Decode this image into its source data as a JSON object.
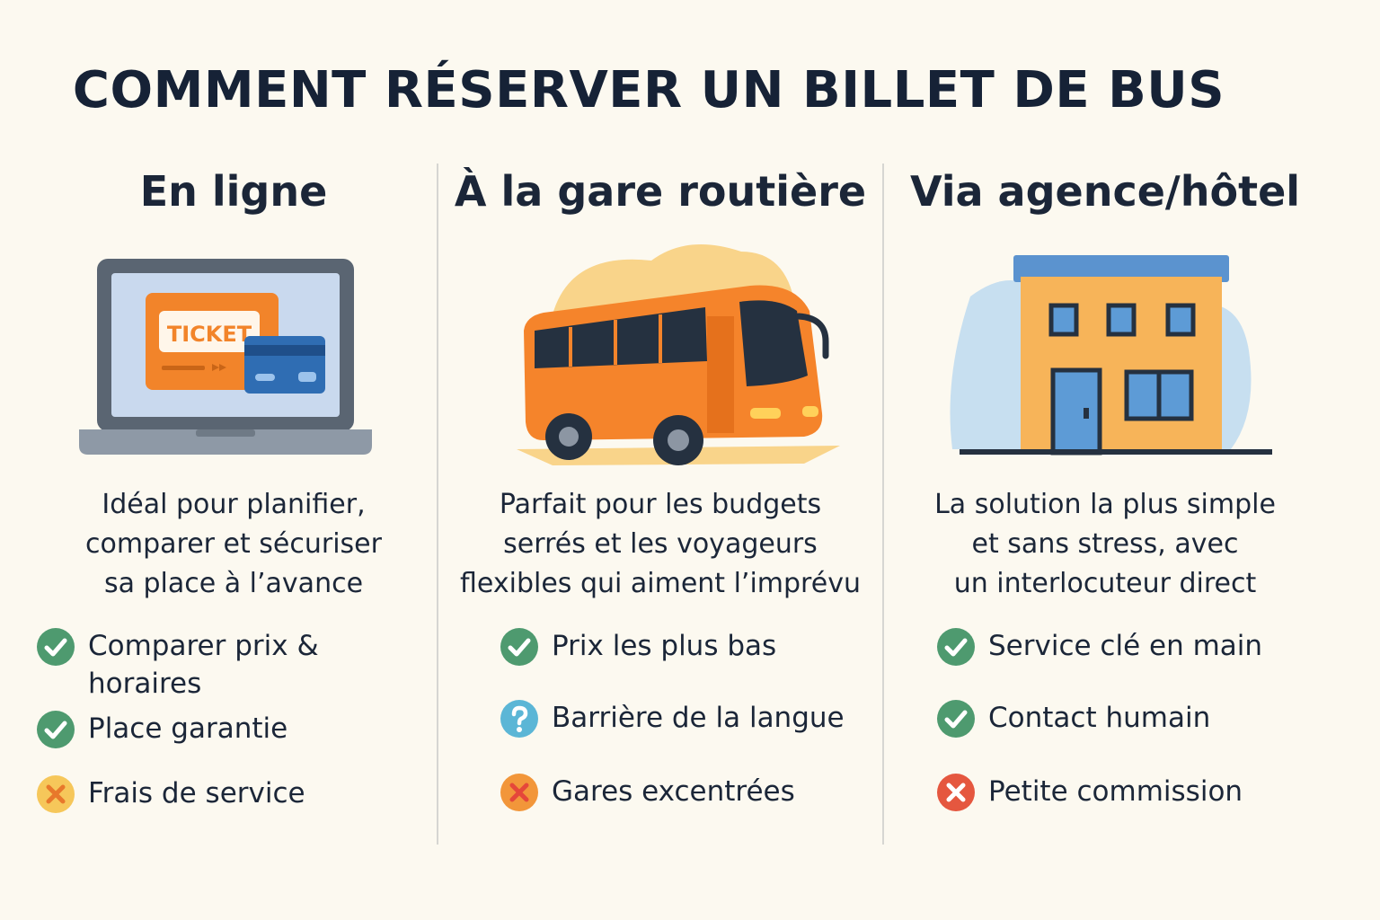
{
  "page": {
    "title": "COMMENT RÉSERVER UN BILLET DE BUS"
  },
  "columns": [
    {
      "title": "En ligne",
      "illustration_icon": "laptop-ticket-icon",
      "ticket_label": "TICKET",
      "description": [
        "Idéal pour planifier,",
        "comparer et sécuriser",
        "sa place à l’avance"
      ],
      "points": [
        {
          "status": "pro",
          "icon": "check-icon",
          "text": "Comparer prix & horaires"
        },
        {
          "status": "pro",
          "icon": "check-icon",
          "text": "Place garantie"
        },
        {
          "status": "con",
          "icon": "cross-icon",
          "text": "Frais de service"
        }
      ]
    },
    {
      "title": "À la gare routière",
      "illustration_icon": "bus-icon",
      "description": [
        "Parfait pour les budgets",
        "serrés et les voyageurs",
        "flexibles qui aiment l’imprévu"
      ],
      "points": [
        {
          "status": "pro",
          "icon": "check-icon",
          "text": "Prix les plus bas"
        },
        {
          "status": "neutral",
          "icon": "question-icon",
          "text": "Barrière de la langue"
        },
        {
          "status": "con",
          "icon": "cross-icon",
          "text": "Gares excentrées"
        }
      ]
    },
    {
      "title": "Via agence/hôtel",
      "illustration_icon": "building-icon",
      "description": [
        "La solution la plus simple",
        "et sans stress, avec",
        "un interlocuteur direct"
      ],
      "points": [
        {
          "status": "pro",
          "icon": "check-icon",
          "text": "Service clé en main"
        },
        {
          "status": "pro",
          "icon": "check-icon",
          "text": "Contact humain"
        },
        {
          "status": "con",
          "icon": "cross-icon",
          "text": "Petite commission"
        }
      ]
    }
  ],
  "colors": {
    "background": "#fcf9f0",
    "text": "#1b2638",
    "check": "#4e9a6f",
    "cross_orange": "#f2963a",
    "cross_yellow": "#f6c75a",
    "cross_red": "#e5573f",
    "question": "#5bb6d6",
    "bus_orange": "#f5842b",
    "building_orange": "#f7b459",
    "building_roof": "#5b93cf",
    "window_blue": "#5d9bd6",
    "card_blue": "#2f6db3"
  }
}
